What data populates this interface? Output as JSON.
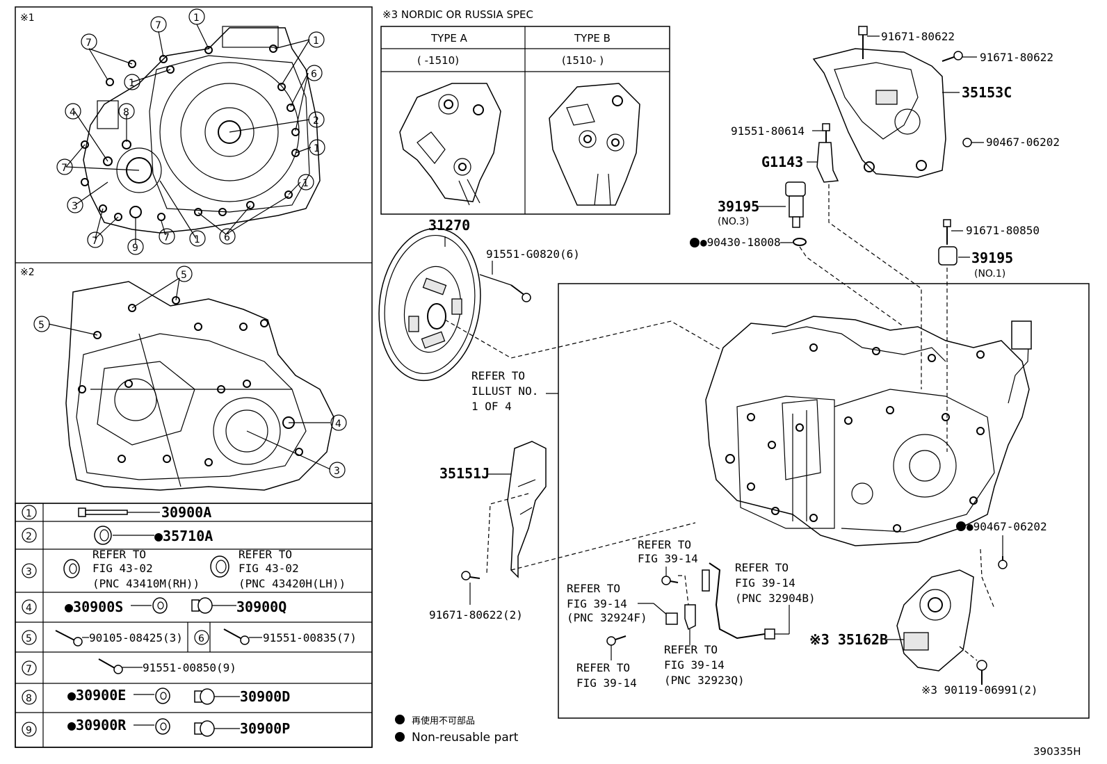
{
  "panels": {
    "p1_mark": "※1",
    "p2_mark": "※2",
    "p1_callouts": [
      "7",
      "7",
      "1",
      "1",
      "6",
      "2",
      "1",
      "1",
      "4",
      "8",
      "7",
      "3",
      "7",
      "9",
      "7",
      "1",
      "6",
      "7",
      "1"
    ],
    "p2_callouts": [
      "5",
      "5",
      "4",
      "3"
    ]
  },
  "nordic": {
    "title": "※3  NORDIC OR RUSSIA SPEC",
    "type_a": "TYPE A",
    "type_b": "TYPE B",
    "range_a": "(      -1510)",
    "range_b": "(1510-      )"
  },
  "legend_table": {
    "rows": [
      {
        "num": "1",
        "items": [
          "30900A"
        ]
      },
      {
        "num": "2",
        "items": [
          "●35710A"
        ]
      },
      {
        "num": "3",
        "refer_l": [
          "REFER TO",
          "FIG 43-02",
          "(PNC 43410M(RH))"
        ],
        "refer_r": [
          "REFER TO",
          "FIG 43-02",
          "(PNC 43420H(LH))"
        ]
      },
      {
        "num": "4",
        "items": [
          "●30900S",
          "30900Q"
        ]
      },
      {
        "num": "5",
        "items": [
          "90105-08425(3)"
        ]
      },
      {
        "num": "6",
        "items": [
          "91551-00835(7)"
        ]
      },
      {
        "num": "7",
        "items": [
          "91551-00850(9)"
        ]
      },
      {
        "num": "8",
        "items": [
          "●30900E",
          "30900D"
        ]
      },
      {
        "num": "9",
        "items": [
          "●30900R",
          "30900P"
        ]
      }
    ]
  },
  "parts": {
    "p31270": "31270",
    "p91551_g0820": "91551-G0820(6)",
    "refer_illust": [
      "REFER TO",
      "ILLUST NO.",
      "1 OF 4"
    ],
    "p35151j": "35151J",
    "p91671_80622_2": "91671-80622(2)",
    "p91671_80622_a": "91671-80622",
    "p91671_80622_b": "91671-80622",
    "p35153c": "35153C",
    "p91551_80614": "91551-80614",
    "p90467_06202_a": "90467-06202",
    "pg1143": "G1143",
    "p39195_a": "39195",
    "no3": "(NO.3)",
    "p90430_18008": "●90430-18008",
    "p91671_80850": "91671-80850",
    "p39195_b": "39195",
    "no1": "(NO.1)",
    "p90467_06202_b": "●90467-06202",
    "refer_3914_a": [
      "REFER TO",
      "FIG 39-14"
    ],
    "refer_3914_b": [
      "REFER TO",
      "FIG 39-14",
      "(PNC 32904B)"
    ],
    "refer_3914_c": [
      "REFER TO",
      "FIG 39-14",
      "(PNC 32924F)"
    ],
    "refer_3914_d": [
      "REFER TO",
      "FIG 39-14"
    ],
    "refer_3914_e": [
      "REFER TO",
      "FIG 39-14",
      "(PNC 32923Q)"
    ],
    "p35162b": "※3 35162B",
    "p90119_06991": "※3 90119-06991(2)"
  },
  "notes": {
    "cn": "再使用不可部品",
    "en": "Non-reusable part"
  },
  "diagram_id": "390335H"
}
